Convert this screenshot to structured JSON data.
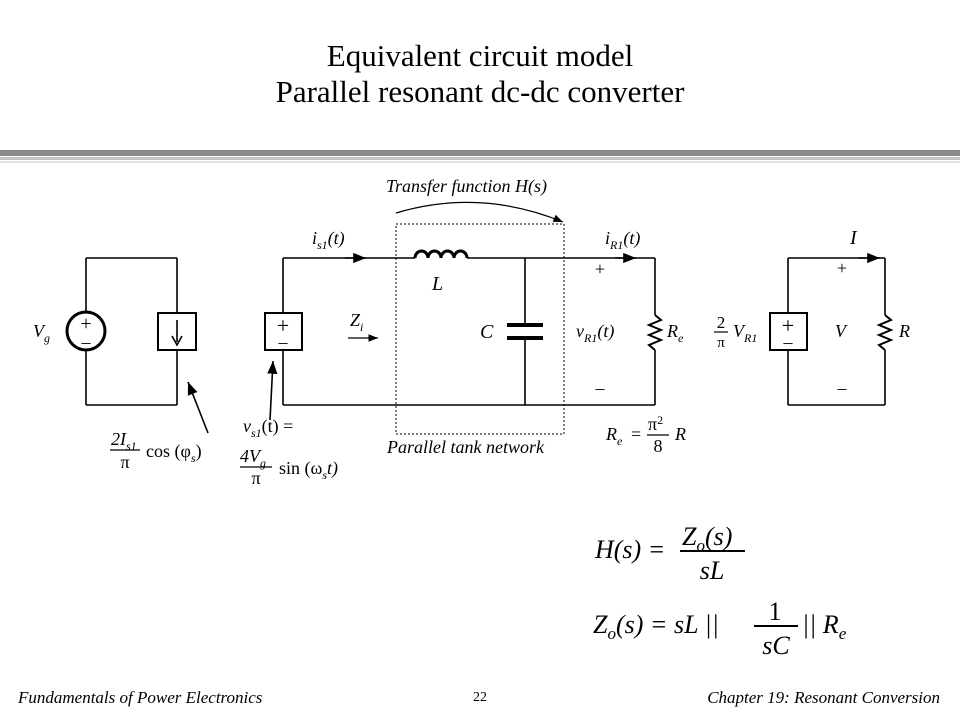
{
  "title": {
    "line1": "Equivalent circuit model",
    "line2": "Parallel resonant dc-dc converter"
  },
  "diagram": {
    "transfer_label": "Transfer function H(s)",
    "tank_label": "Parallel tank network",
    "source_label": "V",
    "source_sub": "g",
    "plus": "+",
    "minus": "–",
    "is1_i": "i",
    "is1_sub": "s1",
    "is1_arg": "(t)",
    "iR1_i": "i",
    "iR1_sub": "R1",
    "iR1_arg": "(t)",
    "inductor": "L",
    "capacitor": "C",
    "zi": "Z",
    "zi_sub": "i",
    "vR1_v": "v",
    "vR1_sub": "R1",
    "vR1_arg": "(t)",
    "re": "R",
    "re_sub": "e",
    "i_out": "I",
    "v_out": "V",
    "r_out": "R",
    "dc_coef_num": "2",
    "dc_coef_den": "π",
    "dc_v": "V",
    "dc_v_sub": "R1",
    "cs_num_a": "2I",
    "cs_num_sub": "s1",
    "cs_den": "π",
    "cs_fn": "cos (φ",
    "cs_fn_sub": "s",
    "cs_fn_end": ")",
    "vs_line_v": "v",
    "vs_line_sub": "s1",
    "vs_line_rest": "(t) =",
    "vs_num_a": "4V",
    "vs_num_sub": "g",
    "vs_den": "π",
    "vs_fn": "sin (ω",
    "vs_fn_sub": "s",
    "vs_fn_end": "t)",
    "re_eq_r": "R",
    "re_eq_sub": "e",
    "re_eq_eq": "=",
    "re_eq_num": "π",
    "re_eq_num_sup": "2",
    "re_eq_den": "8",
    "re_eq_end": "R"
  },
  "equations": {
    "h_lhs": "H(s) =",
    "h_num": "Z",
    "h_num_sub": "o",
    "h_num_end": "(s)",
    "h_den": "sL",
    "z_lhs": "Z",
    "z_lhs_sub": "o",
    "z_mid": "(s) = sL ||",
    "z_num": "1",
    "z_den": "sC",
    "z_end": "|| R",
    "z_end_sub": "e"
  },
  "footer": {
    "left": "Fundamentals of Power Electronics",
    "page": "22",
    "right": "Chapter 19: Resonant Conversion"
  }
}
